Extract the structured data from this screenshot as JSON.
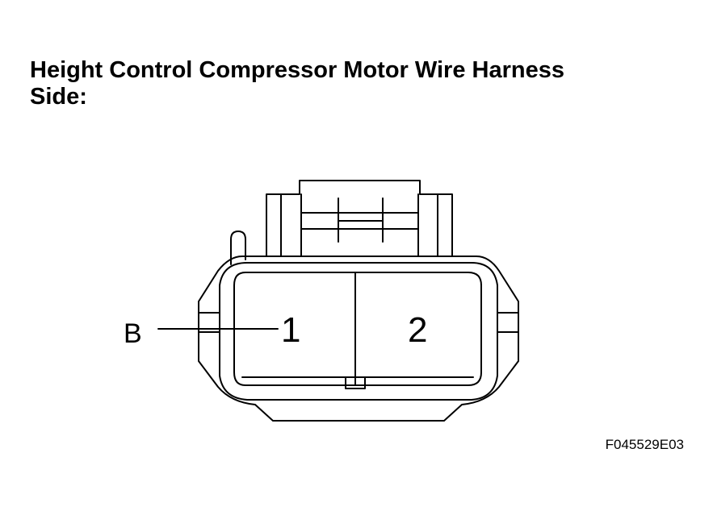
{
  "title": {
    "line1": "Height Control Compressor Motor Wire Harness",
    "line2": "Side:"
  },
  "connector": {
    "pins": [
      "1",
      "2"
    ],
    "wire_label": "B"
  },
  "figure_code": "F045529E03"
}
